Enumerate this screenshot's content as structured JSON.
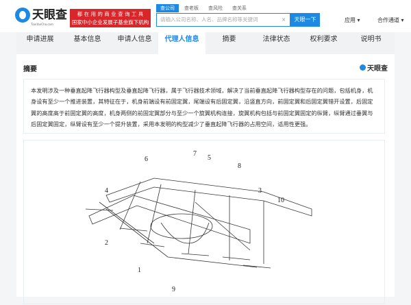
{
  "header": {
    "logo_text": "天眼查",
    "logo_sub": "TianYanCha.com",
    "banner_line1": "都 在 用 的 商 业 查 询 工 具",
    "banner_line2": "国家中小企业发展子基金旗下机构",
    "search_tabs": [
      "查公司",
      "查老板",
      "查风险",
      "查关系"
    ],
    "search_placeholder": "请输入公司名称、人名、品牌名称等关键词",
    "search_button": "天眼一下",
    "apps": "应用 ▾",
    "cooperation": "合作通道 ▾"
  },
  "nav": {
    "tabs": [
      "申请进展",
      "基本信息",
      "申请人信息",
      "代理人信息",
      "摘要",
      "法律状态",
      "权利要求",
      "说明书"
    ],
    "active": "代理人信息"
  },
  "section": {
    "title": "摘要",
    "watermark": "天眼查",
    "abstract": "本发明涉及一种垂直起降飞行器构型及垂直起降飞行器，属于飞行器技术领域，解决了当前垂直起降飞行器构型存在的问题，包括机身，机身设有至少一个推进装置，其特征在于，机身前端设有前固定翼，尾端设有后固定翼，沿竖直方向，前固定翼和后固定翼错开设置，后固定翼的高度高于前固定翼的高度，机身两侧的前固定翼部分与至少一个旋翼机构连接，旋翼机构包括与前固定翼固定的纵臂，纵臂通过垂翼与后固定翼固定，纵臂设有至少一个提升装置，采用本发明的构型减少了垂直起降飞行器的占用空间，适用性更强。",
    "figure_labels": [
      "6",
      "7",
      "5",
      "8",
      "4",
      "3",
      "10",
      "2",
      "1",
      "9"
    ]
  },
  "colors": {
    "accent": "#1e88e5",
    "banner": "#d9262b"
  }
}
